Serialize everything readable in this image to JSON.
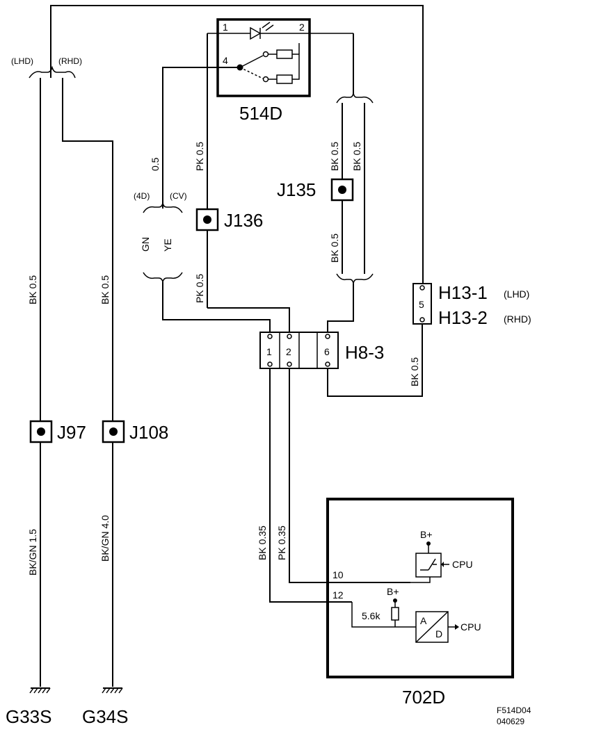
{
  "components": {
    "switch_514d": {
      "label": "514D",
      "pin1": "1",
      "pin2": "2",
      "pin4": "4"
    },
    "module_702d": {
      "label": "702D",
      "pin10": "10",
      "pin12": "12",
      "bplus_1": "B+",
      "bplus_2": "B+",
      "resistor": "5.6k",
      "cpu_1": "CPU",
      "cpu_2": "CPU",
      "adc_a": "A",
      "adc_d": "D"
    },
    "connector_h8_3": {
      "label": "H8-3",
      "pins": [
        "1",
        "2",
        "6"
      ]
    },
    "connector_h13": {
      "label_lhd": "H13-1",
      "tag_lhd": "(LHD)",
      "label_rhd": "H13-2",
      "tag_rhd": "(RHD)",
      "pin": "5"
    }
  },
  "junctions": {
    "j97": "J97",
    "j108": "J108",
    "j135": "J135",
    "j136": "J136"
  },
  "grounds": {
    "g33s": "G33S",
    "g34s": "G34S"
  },
  "variant_labels": {
    "lhd": "(LHD)",
    "rhd": "(RHD)",
    "v4d": "(4D)",
    "vcv": "(CV)"
  },
  "wires": {
    "lhd_upper": "BK  0.5",
    "rhd_upper": "BK  0.5",
    "lhd_lower": "BK/GN  1.5",
    "rhd_lower": "BK/GN  4.0",
    "pk_upper": "PK  0.5",
    "pk_lower": "PK  0.5",
    "pin4_size": "0.5",
    "gn": "GN",
    "ye": "YE",
    "bk_upper_1": "BK  0.5",
    "bk_upper_2": "BK  0.5",
    "bk_lower": "BK  0.5",
    "h13_wire": "BK  0.5",
    "to702_bk": "BK  0.35",
    "to702_pk": "PK  0.35"
  },
  "footer": {
    "figure_id": "F514D04",
    "date_code": "040629"
  }
}
